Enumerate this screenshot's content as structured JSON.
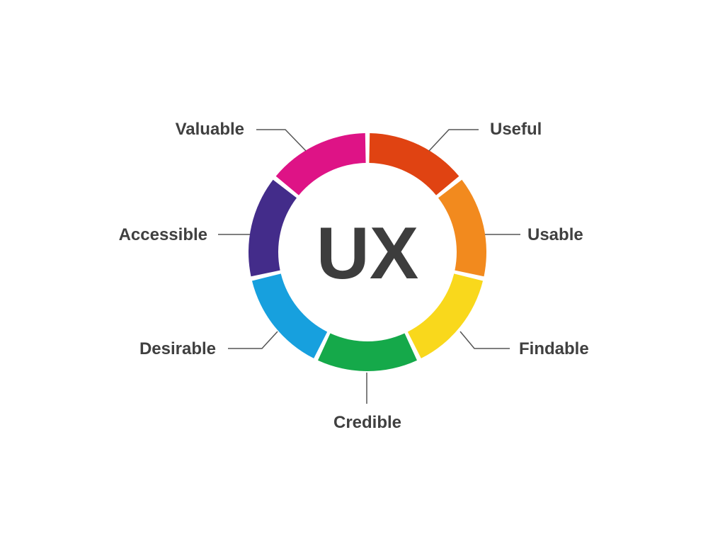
{
  "center": {
    "text": "UX",
    "color": "#3d3d3d"
  },
  "segments": [
    {
      "label": "Useful",
      "color": "#e04312"
    },
    {
      "label": "Usable",
      "color": "#f28a1e"
    },
    {
      "label": "Findable",
      "color": "#f9d81c"
    },
    {
      "label": "Credible",
      "color": "#15a94a"
    },
    {
      "label": "Desirable",
      "color": "#17a0de"
    },
    {
      "label": "Accessible",
      "color": "#432c8a"
    },
    {
      "label": "Valuable",
      "color": "#de1386"
    }
  ],
  "label_color": "#404040",
  "leader_color": "#555555"
}
